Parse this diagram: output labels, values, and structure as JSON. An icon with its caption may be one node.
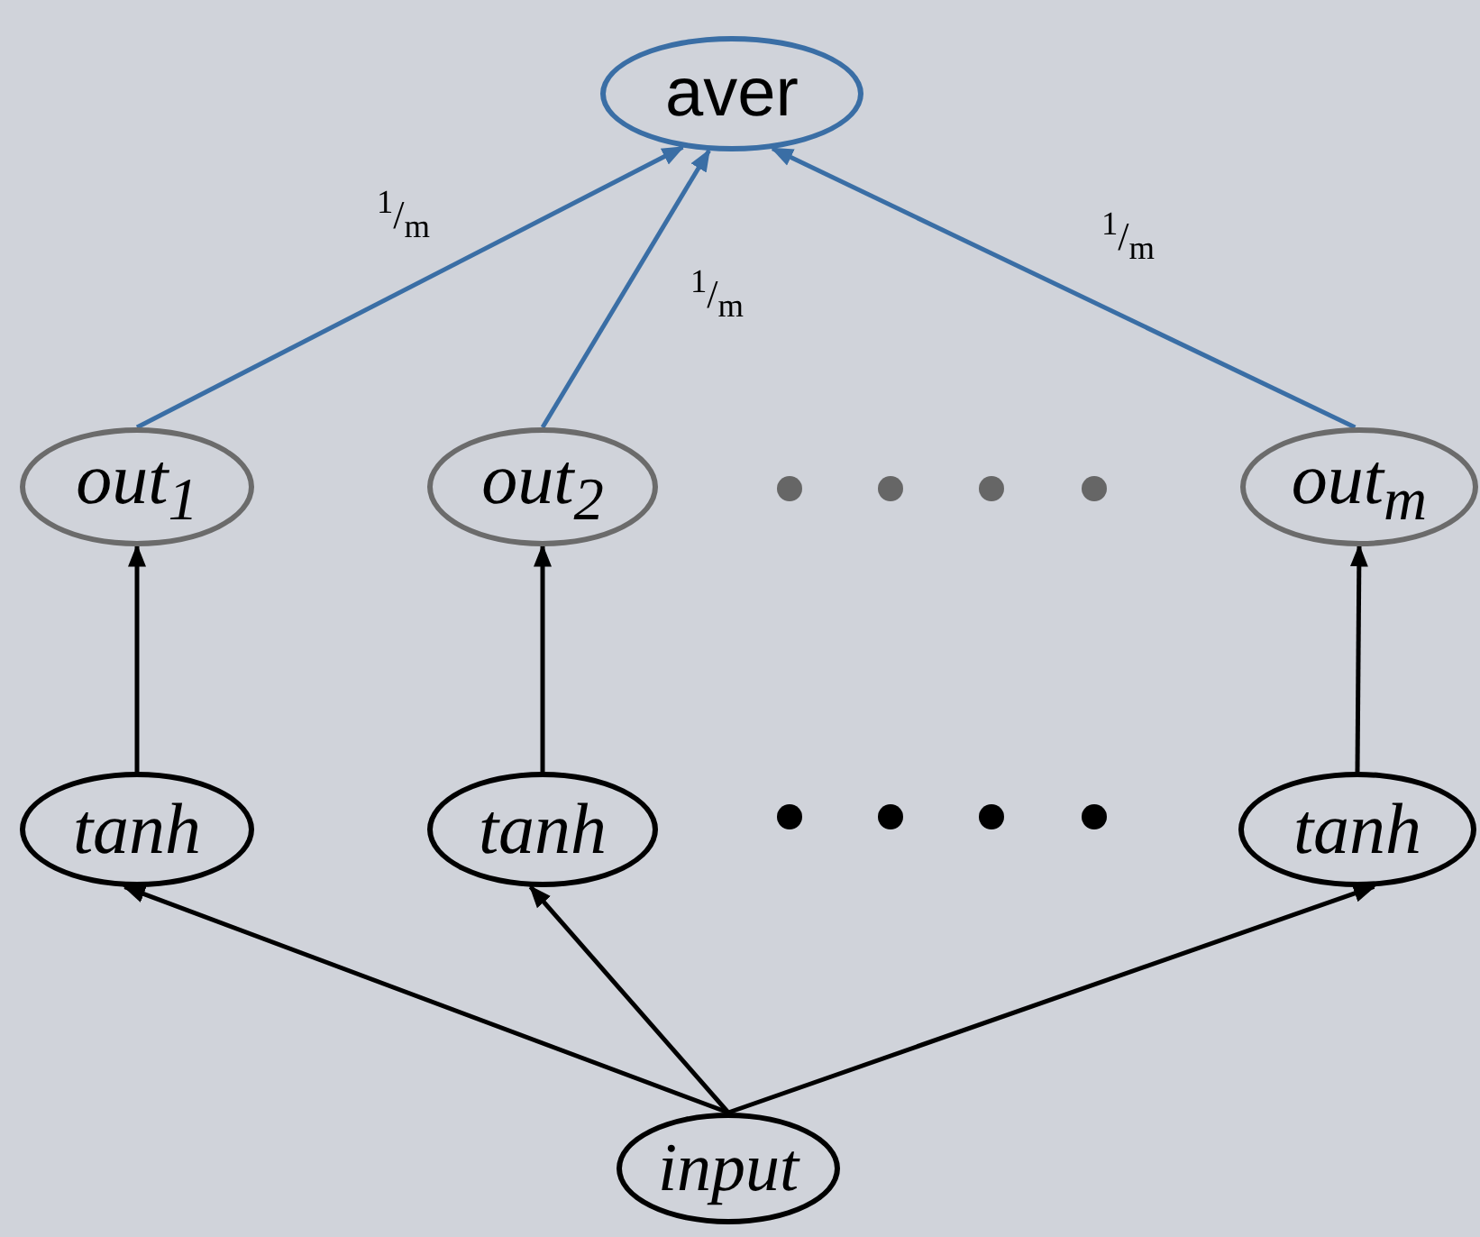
{
  "diagram": {
    "nodes": [
      {
        "text": [
          "aver"
        ]
      },
      {
        "text": [
          "out$_{1}$"
        ]
      },
      {
        "text": [
          "out$_{2}$"
        ]
      },
      {
        "text": [
          "out$_{m}$"
        ]
      },
      {
        "text": [
          "tanh"
        ]
      },
      {
        "text": [
          "tanh"
        ]
      },
      {
        "text": [
          "tanh"
        ]
      },
      {
        "text": [
          "input"
        ]
      }
    ],
    "edges": [
      {
        "from": 1,
        "to": 0,
        "arrow": "to",
        "label": "$^{1}$/$_{m}$",
        "color": "#3a6ea5"
      },
      {
        "from": 2,
        "to": 0,
        "arrow": "to",
        "label": "$^{1}$/$_{m}$",
        "color": "#3a6ea5"
      },
      {
        "from": 3,
        "to": 0,
        "arrow": "to",
        "label": "$^{1}$/$_{m}$",
        "color": "#3a6ea5"
      },
      {
        "from": 4,
        "to": 1,
        "arrow": "to"
      },
      {
        "from": 5,
        "to": 2,
        "arrow": "to"
      },
      {
        "from": 6,
        "to": 3,
        "arrow": "to"
      },
      {
        "from": 7,
        "to": 4,
        "arrow": "to"
      },
      {
        "from": 7,
        "to": 5,
        "arrow": "to"
      },
      {
        "from": 7,
        "to": 6,
        "arrow": "to"
      }
    ]
  }
}
